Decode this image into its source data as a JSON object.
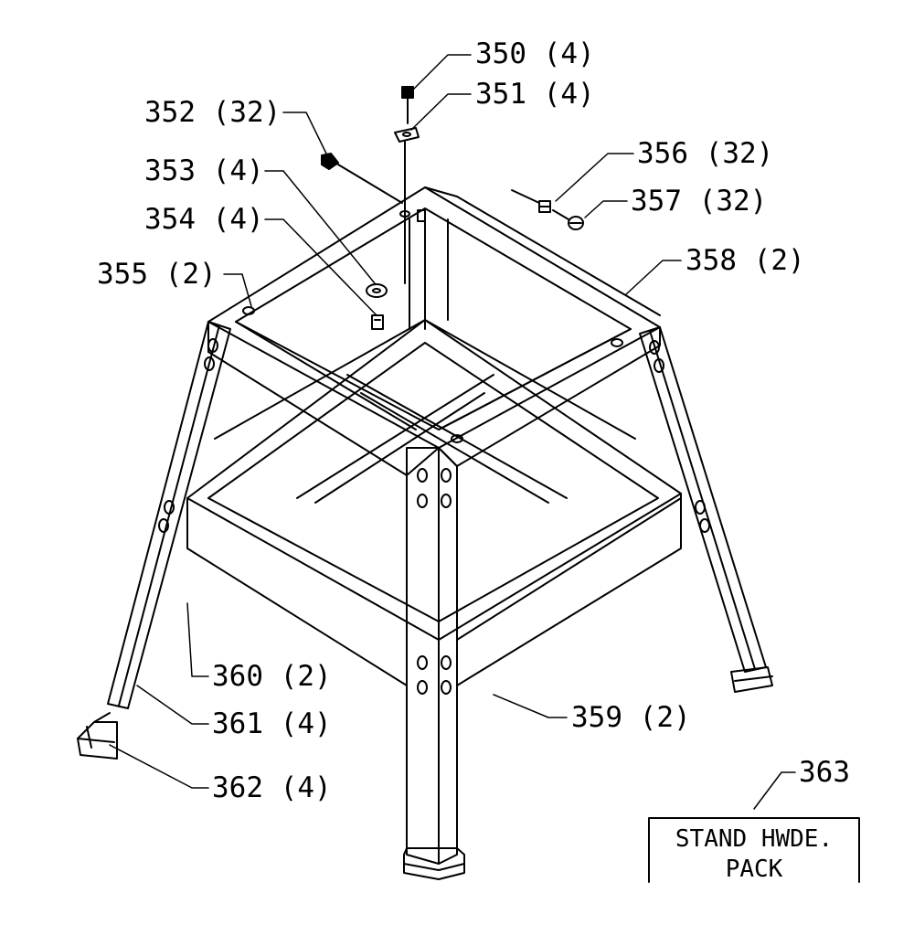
{
  "callouts": {
    "p350": "350 (4)",
    "p351": "351 (4)",
    "p352": "352 (32)",
    "p353": "353 (4)",
    "p354": "354 (4)",
    "p355": "355 (2)",
    "p356": "356 (32)",
    "p357": "357 (32)",
    "p358": "358 (2)",
    "p359": "359 (2)",
    "p360": "360 (2)",
    "p361": "361 (4)",
    "p362": "362 (4)",
    "p363": "363"
  },
  "hardware_pack": {
    "line1": "STAND HWDE.",
    "line2": "PACK"
  }
}
